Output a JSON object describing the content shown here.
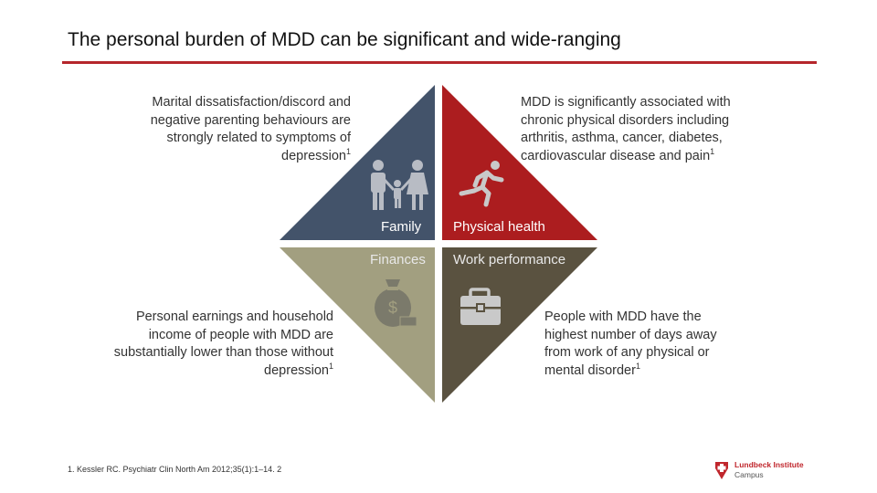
{
  "title": "The personal burden of MDD can be significant and wide-ranging",
  "colors": {
    "rule": "#b5262b",
    "family": "#43536a",
    "physical_health": "#ac1d1f",
    "finances": "#a29f80",
    "work_performance": "#5a5240"
  },
  "quadrants": {
    "family": {
      "label": "Family",
      "icon": "family-icon",
      "description": "Marital dissatisfaction/discord and negative parenting behaviours are strongly related to symptoms of depression",
      "ref": "1"
    },
    "physical_health": {
      "label": "Physical health",
      "icon": "running-person-icon",
      "description": "MDD is significantly associated with chronic physical disorders including arthritis, asthma, cancer, diabetes, cardiovascular disease and pain",
      "ref": "1"
    },
    "finances": {
      "label": "Finances",
      "icon": "money-bag-icon",
      "description": "Personal earnings and household income of people with MDD are substantially lower than those without depression",
      "ref": "1"
    },
    "work_performance": {
      "label": "Work performance",
      "icon": "briefcase-icon",
      "description": "People with MDD have the highest number of days away from work of any physical or mental disorder",
      "ref": "1"
    }
  },
  "footnote": "1. Kessler RC. Psychiatr Clin North Am 2012;35(1):1–14. 2",
  "logo": {
    "line1": "Lundbeck Institute",
    "line2": "Campus",
    "icon": "lundbeck-logo-icon"
  }
}
